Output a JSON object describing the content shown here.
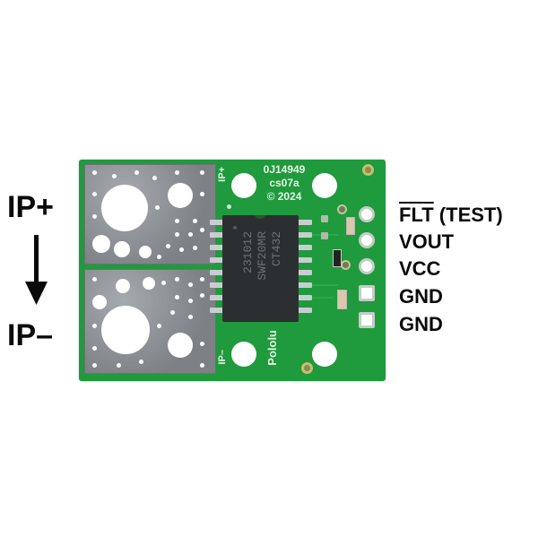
{
  "left_labels": {
    "top": "IP+",
    "bottom": "IP–",
    "arrow": "down-arrow"
  },
  "board": {
    "color": "#1f9a3c",
    "silkscreen": {
      "part_number": "0J14949",
      "revision": "cs07a",
      "copyright": "© 2024",
      "ip_plus": "IP+",
      "ip_minus": "IP–",
      "brand": "Pololu"
    },
    "chip": {
      "line1": "CT432",
      "line2": "SWF20MR",
      "line3": "231012"
    }
  },
  "pin_labels": [
    {
      "name": "FLT",
      "suffix": " (TEST)",
      "overline": true
    },
    {
      "name": "VOUT",
      "suffix": "",
      "overline": false
    },
    {
      "name": "VCC",
      "suffix": "",
      "overline": false
    },
    {
      "name": "GND",
      "suffix": "",
      "overline": false
    },
    {
      "name": "GND",
      "suffix": "",
      "overline": false
    }
  ]
}
